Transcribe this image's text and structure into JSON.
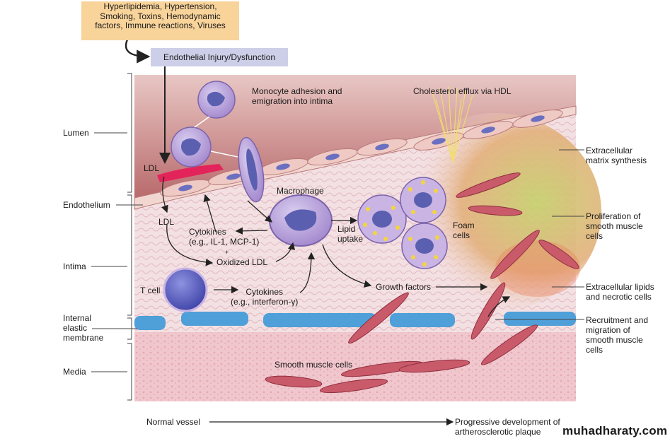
{
  "risk_factors": [
    "Hyperlipidemia, Hypertension,",
    "Smoking, Toxins, Hemodynamic",
    "factors, Immune reactions, Viruses"
  ],
  "endothelial_injury": "Endothelial Injury/Dysfunction",
  "layers": {
    "lumen": "Lumen",
    "endothelium": "Endothelium",
    "intima": "Intima",
    "iem_1": "Internal",
    "iem_2": "elastic",
    "iem_3": "membrane",
    "media": "Media"
  },
  "labels": {
    "monocyte_1": "Monocyte adhesion and",
    "monocyte_2": "emigration into intima",
    "cholesterol": "Cholesterol efflux via HDL",
    "ldl_top": "LDL",
    "ldl_mid": "LDL",
    "macrophage": "Macrophage",
    "cytokines_1": "Cytokines",
    "cytokines_2": "(e.g., IL-1, MCP-1)",
    "plus": "+",
    "oxidized_ldl": "Oxidized LDL",
    "lipid_1": "Lipid",
    "lipid_2": "uptake",
    "foam_1": "Foam",
    "foam_2": "cells",
    "t_cell": "T cell",
    "tcell_cyt_1": "Cytokines",
    "tcell_cyt_2": "(e.g., interferon-γ)",
    "growth_factors": "Growth factors",
    "smooth_muscle": "Smooth muscle cells"
  },
  "right_labels": {
    "ecm_1": "Extracellular",
    "ecm_2": "matrix synthesis",
    "prolif_1": "Proliferation of",
    "prolif_2": "smooth muscle",
    "prolif_3": "cells",
    "lipids_1": "Extracellular lipids",
    "lipids_2": "and necrotic cells",
    "recruit_1": "Recruitment and",
    "recruit_2": "migration of",
    "recruit_3": "smooth muscle",
    "recruit_4": "cells"
  },
  "bottom": {
    "normal": "Normal vessel",
    "progressive_1": "Progressive development of",
    "progressive_2": "artherosclerotic plaque"
  },
  "watermark": "muhadharaty.com",
  "colors": {
    "risk_box": "#f8d39a",
    "endo_box": "#cdcfe8",
    "intima": "#f3dde0",
    "media": "#f0c4cc",
    "membrane": "#4f9fd9",
    "monocyte": "#b49bd6",
    "nucleus": "#5b5fb0",
    "smooth_muscle": "#c95a6a",
    "lipid": "#f4d63a",
    "plaque": "#b9c95a"
  }
}
